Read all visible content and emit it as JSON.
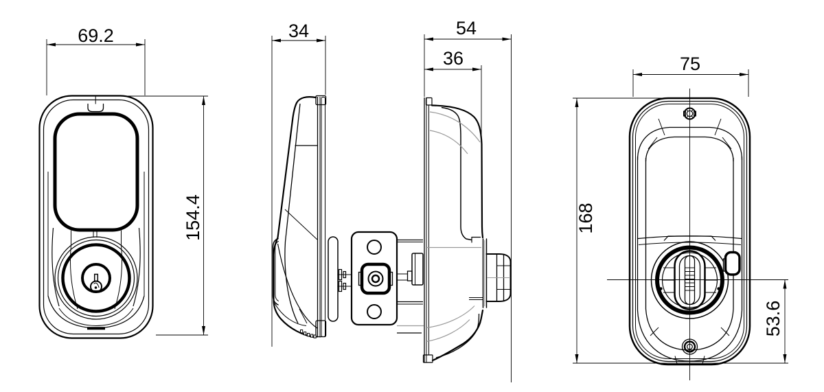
{
  "drawing": {
    "colors": {
      "background": "#ffffff",
      "line": "#000000",
      "seam_gray": "#999999"
    },
    "dimensions": {
      "exterior_front": {
        "width": "69.2",
        "height": "154.4"
      },
      "exterior_side": {
        "depth": "34"
      },
      "interior_side": {
        "total_depth": "54",
        "body_depth": "36"
      },
      "interior_back": {
        "width": "75",
        "height": "168",
        "thumbturn_to_bottom": "53.6"
      }
    }
  }
}
